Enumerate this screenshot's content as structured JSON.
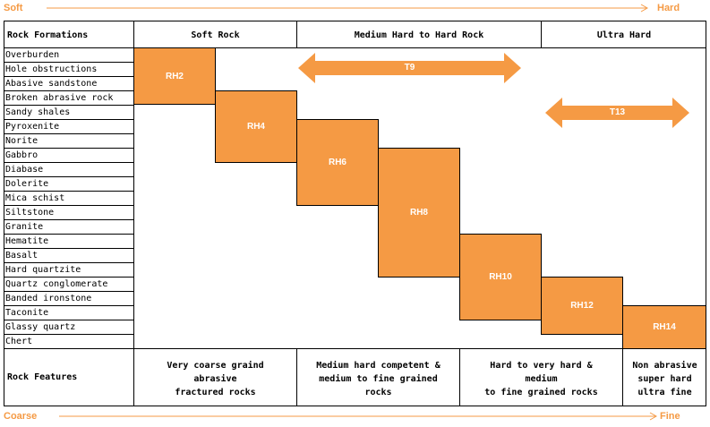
{
  "top_scale": {
    "left": "Soft",
    "right": "Hard"
  },
  "bottom_scale": {
    "left": "Coarse",
    "right": "Fine"
  },
  "header": {
    "col1": "Rock Formations",
    "col2": "Soft Rock",
    "col3": "Medium Hard to Hard Rock",
    "col4": "Ultra Hard"
  },
  "rocks": [
    "Overburden",
    "Hole obstructions",
    "Abasive sandstone",
    "Broken abrasive rock",
    "Sandy shales",
    "Pyroxenite",
    "Norite",
    "Gabbro",
    "Diabase",
    "Dolerite",
    "Mica schist",
    "Siltstone",
    "Granite",
    "Hematite",
    "Basalt",
    "Hard quartzite",
    "Quartz conglomerate",
    "Banded ironstone",
    "Taconite",
    "Glassy quartz",
    "Chert"
  ],
  "bits": [
    "RH2",
    "RH4",
    "RH6",
    "RH8",
    "RH10",
    "RH12",
    "RH14"
  ],
  "ranges": [
    "T9",
    "T13"
  ],
  "features": {
    "label": "Rock Features",
    "f1": [
      "Very coarse graind",
      "abrasive",
      "fractured rocks"
    ],
    "f2": [
      "Medium hard competent &",
      "medium to fine grained",
      "rocks"
    ],
    "f3": [
      "Hard to very hard &",
      "medium",
      "to fine grained rocks"
    ],
    "f4": [
      "Non abrasive",
      "super hard",
      "ultra fine"
    ]
  },
  "colors": {
    "accent": "#f59a44",
    "line": "#000000"
  }
}
